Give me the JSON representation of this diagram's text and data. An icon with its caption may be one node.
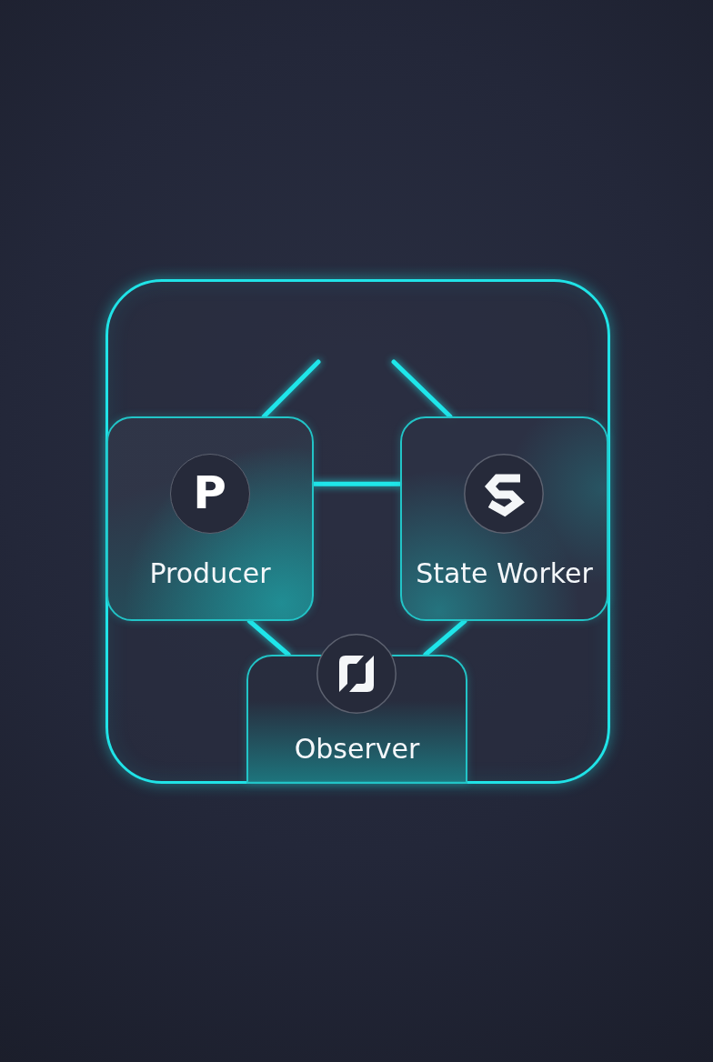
{
  "diagram": {
    "nodes": [
      {
        "text": [],
        "shape": "box"
      },
      {
        "text": [
          "P",
          "Producer"
        ],
        "in": 0
      },
      {
        "text": [
          "State Worker"
        ],
        "in": 0
      },
      {
        "text": [
          "Observer"
        ],
        "in": 0
      }
    ],
    "edges": [
      {
        "from": 1,
        "to": null,
        "arrow": "none"
      },
      {
        "from": 2,
        "to": null,
        "arrow": "none"
      },
      {
        "from": 1,
        "to": 2,
        "arrow": "none"
      },
      {
        "from": 1,
        "to": 3,
        "arrow": "none"
      },
      {
        "from": 2,
        "to": 3,
        "arrow": "none"
      }
    ]
  }
}
